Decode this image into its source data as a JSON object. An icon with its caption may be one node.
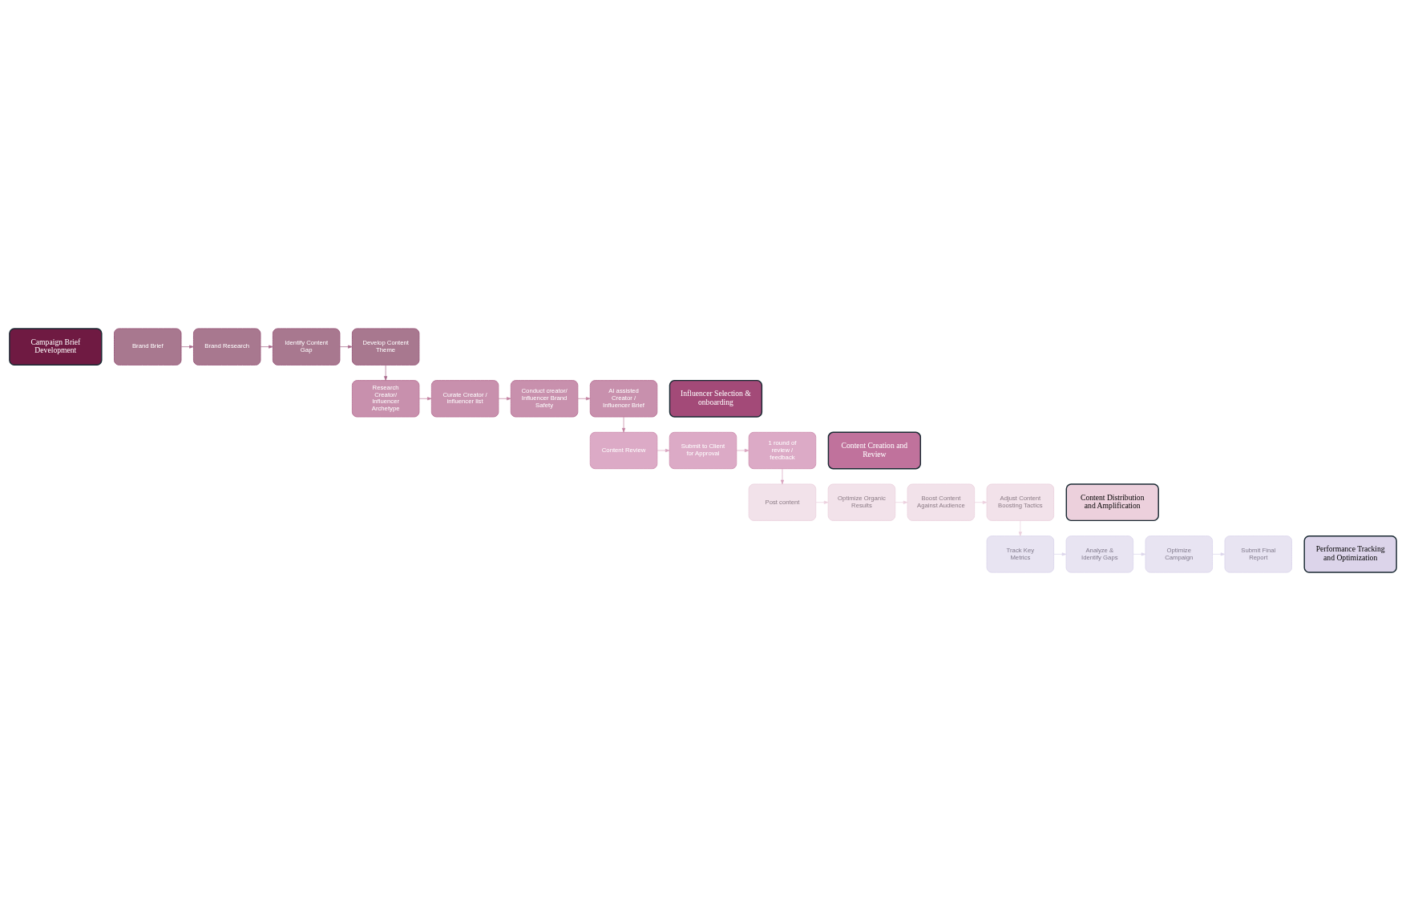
{
  "diagram": {
    "nodes": [
      {
        "text": [
          "Campaign Brief Development"
        ]
      },
      {
        "text": [
          "Brand Brief"
        ]
      },
      {
        "text": [
          "Brand Research"
        ]
      },
      {
        "text": [
          "Identify Content Gap"
        ]
      },
      {
        "text": [
          "Develop Content Theme"
        ]
      },
      {
        "text": [
          "Influencer Selection & onboarding"
        ]
      },
      {
        "text": [
          "AI assisted Creator / Influencer Brief"
        ]
      },
      {
        "text": [
          "Conduct creator/ Influencer Brand Safety"
        ]
      },
      {
        "text": [
          "Curate Creator / influencer list"
        ]
      },
      {
        "text": [
          "Research Creator/ Influencer Archetype"
        ]
      },
      {
        "text": [
          "Content Creation and Review"
        ]
      },
      {
        "text": [
          "Content Review"
        ]
      },
      {
        "text": [
          "Submit to Client for Approval"
        ]
      },
      {
        "text": [
          "1 round of review / feedback"
        ]
      },
      {
        "text": [
          "Content Distribution and Amplification"
        ]
      },
      {
        "text": [
          "Adjust Content Boosting Tactics"
        ]
      },
      {
        "text": [
          "Boost Content Against Audience"
        ]
      },
      {
        "text": [
          "Optimize Organic Results"
        ]
      },
      {
        "text": [
          "Post content"
        ]
      },
      {
        "text": [
          "Performance Tracking and Optimization"
        ]
      },
      {
        "text": [
          "Track Key Metrics"
        ]
      },
      {
        "text": [
          "Analyze & Identify Gaps"
        ]
      },
      {
        "text": [
          "Optimize Campaign"
        ]
      },
      {
        "text": [
          "Submit Final Report"
        ]
      }
    ],
    "edges": [
      {
        "from": 1,
        "to": 2,
        "arrow": "to",
        "color": "#a8688a"
      },
      {
        "from": 2,
        "to": 3,
        "arrow": "to",
        "color": "#a8688a"
      },
      {
        "from": 3,
        "to": 4,
        "arrow": "to",
        "color": "#a8688a"
      },
      {
        "from": 4,
        "to": 9,
        "arrow": "to",
        "color": "#a8688a"
      },
      {
        "from": 9,
        "to": 8,
        "arrow": "to",
        "color": "#c2809f"
      },
      {
        "from": 8,
        "to": 7,
        "arrow": "to",
        "color": "#c2809f"
      },
      {
        "from": 7,
        "to": 6,
        "arrow": "to",
        "color": "#c2809f"
      },
      {
        "from": 6,
        "to": 11,
        "arrow": "to",
        "color": "#c2809f"
      },
      {
        "from": 11,
        "to": 12,
        "arrow": "to",
        "color": "#d9a3bf"
      },
      {
        "from": 12,
        "to": 13,
        "arrow": "to",
        "color": "#d9a3bf"
      },
      {
        "from": 13,
        "to": 18,
        "arrow": "to",
        "color": "#d9a3bf"
      },
      {
        "from": 18,
        "to": 17,
        "arrow": "to",
        "color": "#ecd0de"
      },
      {
        "from": 17,
        "to": 16,
        "arrow": "to",
        "color": "#ecd0de"
      },
      {
        "from": 16,
        "to": 15,
        "arrow": "to",
        "color": "#ecd0de"
      },
      {
        "from": 15,
        "to": 20,
        "arrow": "to",
        "color": "#ecd0de"
      },
      {
        "from": 20,
        "to": 21,
        "arrow": "to",
        "color": "#dcd6ec"
      },
      {
        "from": 21,
        "to": 22,
        "arrow": "to",
        "color": "#dcd6ec"
      },
      {
        "from": 22,
        "to": 23,
        "arrow": "to",
        "color": "#dcd6ec"
      }
    ]
  }
}
